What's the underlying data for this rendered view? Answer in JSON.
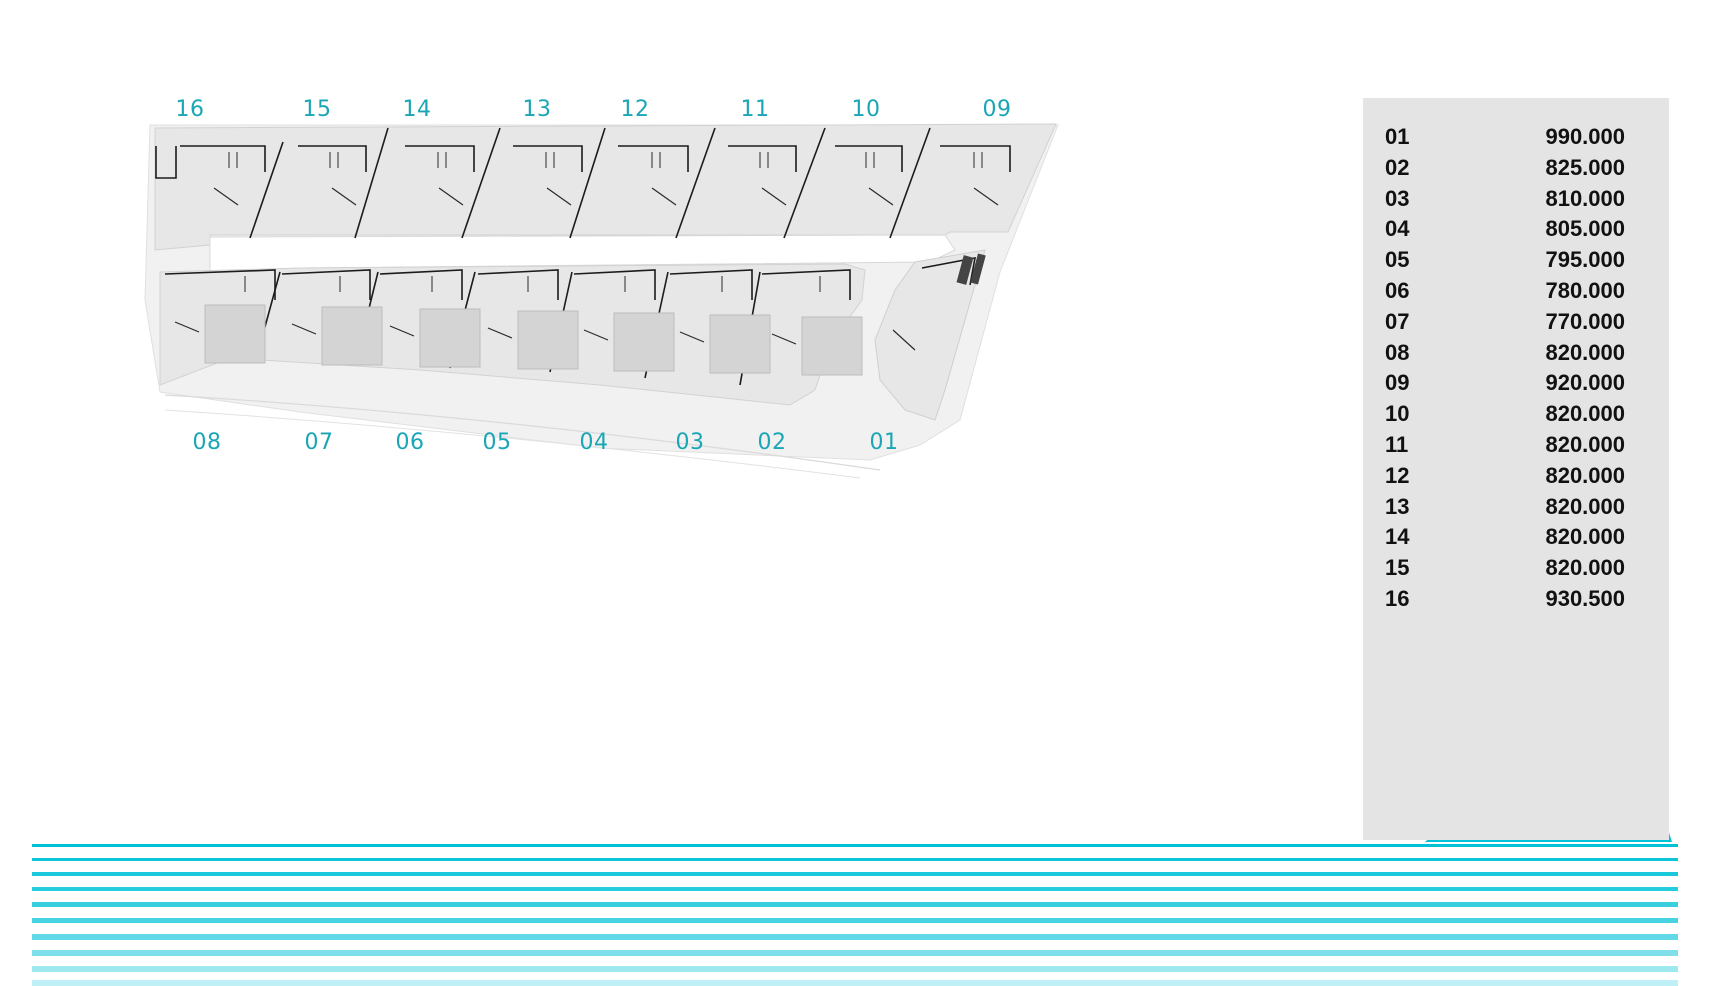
{
  "site_plan": {
    "upper_lot_labels": [
      "16",
      "15",
      "14",
      "13",
      "12",
      "11",
      "10",
      "09"
    ],
    "lower_lot_labels": [
      "08",
      "07",
      "06",
      "05",
      "04",
      "03",
      "02",
      "01"
    ],
    "accent_color": "#1aa6b4"
  },
  "price_list": [
    {
      "lot": "01",
      "price": "990.000"
    },
    {
      "lot": "02",
      "price": "825.000"
    },
    {
      "lot": "03",
      "price": "810.000"
    },
    {
      "lot": "04",
      "price": "805.000"
    },
    {
      "lot": "05",
      "price": "795.000"
    },
    {
      "lot": "06",
      "price": "780.000"
    },
    {
      "lot": "07",
      "price": "770.000"
    },
    {
      "lot": "08",
      "price": "820.000"
    },
    {
      "lot": "09",
      "price": "920.000"
    },
    {
      "lot": "10",
      "price": "820.000"
    },
    {
      "lot": "11",
      "price": "820.000"
    },
    {
      "lot": "12",
      "price": "820.000"
    },
    {
      "lot": "13",
      "price": "820.000"
    },
    {
      "lot": "14",
      "price": "820.000"
    },
    {
      "lot": "15",
      "price": "820.000"
    },
    {
      "lot": "16",
      "price": "930.500"
    }
  ],
  "colors": {
    "panel_background": "#e4e4e4",
    "sea": "#00c2d6"
  }
}
